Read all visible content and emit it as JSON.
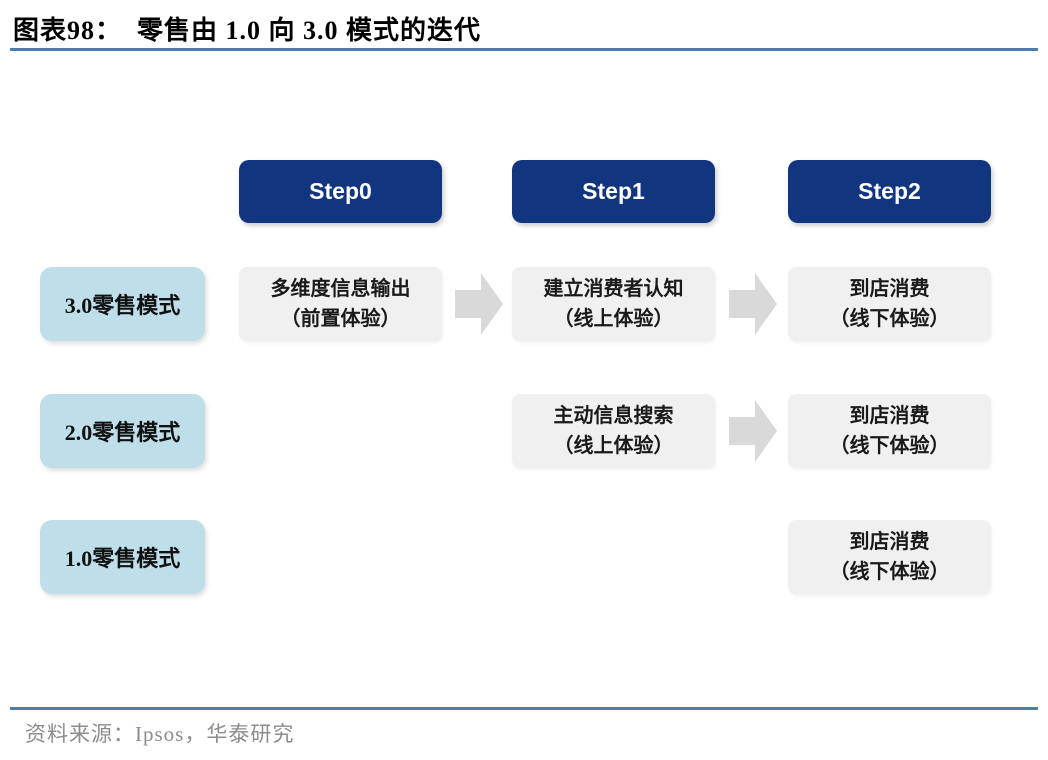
{
  "title": "图表98：  零售由 1.0 向 3.0 模式的迭代",
  "steps": [
    {
      "label": "Step0"
    },
    {
      "label": "Step1"
    },
    {
      "label": "Step2"
    }
  ],
  "rows": [
    {
      "label": "3.0零售模式",
      "cells": [
        {
          "col": 0,
          "line1": "多维度信息输出",
          "line2": "（前置体验）"
        },
        {
          "col": 1,
          "line1": "建立消费者认知",
          "line2": "（线上体验）"
        },
        {
          "col": 2,
          "line1": "到店消费",
          "line2": "（线下体验）"
        }
      ],
      "arrows": [
        "col0-to-col1",
        "col1-to-col2"
      ]
    },
    {
      "label": "2.0零售模式",
      "cells": [
        {
          "col": 1,
          "line1": "主动信息搜索",
          "line2": "（线上体验）"
        },
        {
          "col": 2,
          "line1": "到店消费",
          "line2": "（线下体验）"
        }
      ],
      "arrows": [
        "col1-to-col2"
      ]
    },
    {
      "label": "1.0零售模式",
      "cells": [
        {
          "col": 2,
          "line1": "到店消费",
          "line2": "（线下体验）"
        }
      ],
      "arrows": []
    }
  ],
  "source": "资料来源：Ipsos，华泰研究",
  "colors": {
    "step_header_bg": "#11357E",
    "step_header_text": "#FFFFFF",
    "row_label_bg": "#BEDEE9",
    "cell_bg": "#F0F0F0",
    "arrow": "#D9D9D9",
    "rule_blue": "#4E7DAD",
    "title_text": "#000000",
    "source_text": "#8C8C8C"
  }
}
